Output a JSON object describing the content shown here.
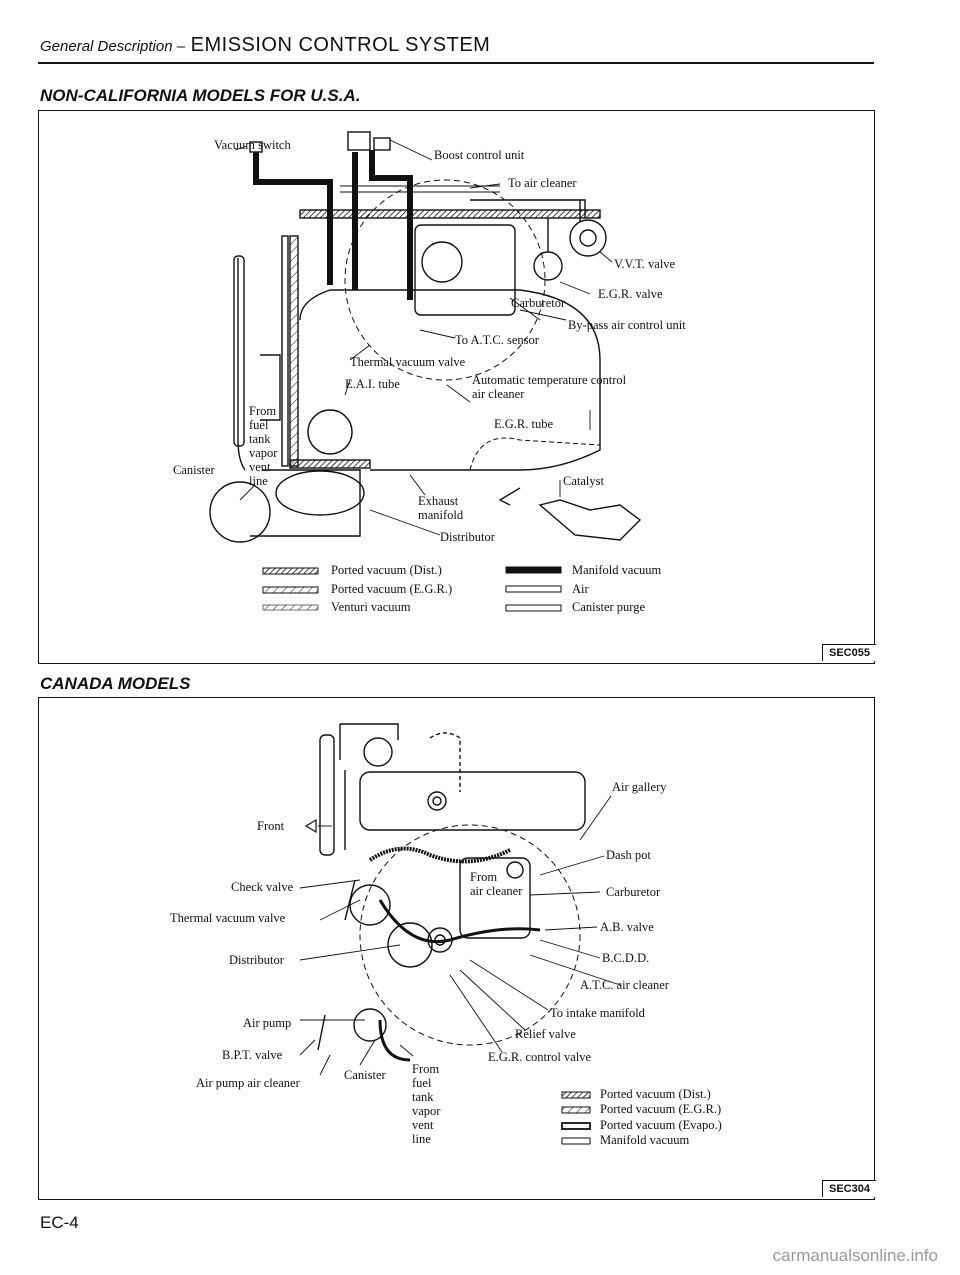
{
  "header": {
    "section_prefix": "General Description –",
    "title": "EMISSION CONTROL SYSTEM"
  },
  "diagram1": {
    "heading": "NON-CALIFORNIA MODELS FOR U.S.A.",
    "code": "SEC055",
    "labels": {
      "vacuum_switch": "Vacuum switch",
      "boost_control_unit": "Boost control unit",
      "to_air_cleaner": "To air cleaner",
      "vvt_valve": "V.V.T. valve",
      "egr_valve": "E.G.R. valve",
      "carburetor": "Carburetor",
      "bypass_air_control_unit": "By-pass air control unit",
      "to_atc_sensor": "To A.T.C. sensor",
      "thermal_vacuum_valve": "Thermal vacuum valve",
      "eai_tube": "E.A.I. tube",
      "automatic_temp_control": "Automatic temperature control",
      "air_cleaner": "air cleaner",
      "egr_tube": "E.G.R. tube",
      "from_fuel_tank": "From\nfuel\ntank\nvapor\nvent\nline",
      "canister": "Canister",
      "catalyst": "Catalyst",
      "exhaust_manifold": "Exhaust\nmanifold",
      "distributor": "Distributor"
    },
    "legend": [
      {
        "label": "Ported vacuum (Dist.)",
        "style": "hatch-dense"
      },
      {
        "label": "Ported vacuum (E.G.R.)",
        "style": "hatch-medium"
      },
      {
        "label": "Venturi vacuum",
        "style": "hatch-light"
      },
      {
        "label": "Manifold vacuum",
        "style": "solid"
      },
      {
        "label": "Air",
        "style": "hollow"
      },
      {
        "label": "Canister purge",
        "style": "hollow"
      }
    ]
  },
  "diagram2": {
    "heading": "CANADA MODELS",
    "code": "SEC304",
    "labels": {
      "front": "Front",
      "air_gallery": "Air gallery",
      "dash_pot": "Dash pot",
      "check_valve": "Check valve",
      "carburetor": "Carburetor",
      "thermal_vacuum_valve": "Thermal vacuum valve",
      "from_air_cleaner": "From\nair cleaner",
      "ab_valve": "A.B. valve",
      "distributor": "Distributor",
      "bcdd": "B.C.D.D.",
      "atc_air_cleaner": "A.T.C. air cleaner",
      "to_intake_manifold": "To intake manifold",
      "air_pump": "Air pump",
      "relief_valve": "Relief valve",
      "bpt_valve": "B.P.T. valve",
      "egr_control_valve": "E.G.R. control valve",
      "canister": "Canister",
      "air_pump_air_cleaner": "Air pump air cleaner",
      "from_fuel_tank": "From\nfuel\ntank\nvapor\nvent\nline"
    },
    "legend": [
      {
        "label": "Ported vacuum (Dist.)",
        "style": "hatch-dense"
      },
      {
        "label": "Ported vacuum (E.G.R.)",
        "style": "hatch-medium"
      },
      {
        "label": "Ported vacuum (Evapo.)",
        "style": "hollow-thick"
      },
      {
        "label": "Manifold vacuum",
        "style": "hollow"
      }
    ]
  },
  "footer": {
    "page_number": "EC-4",
    "watermark": "carmanualsonline.info"
  }
}
